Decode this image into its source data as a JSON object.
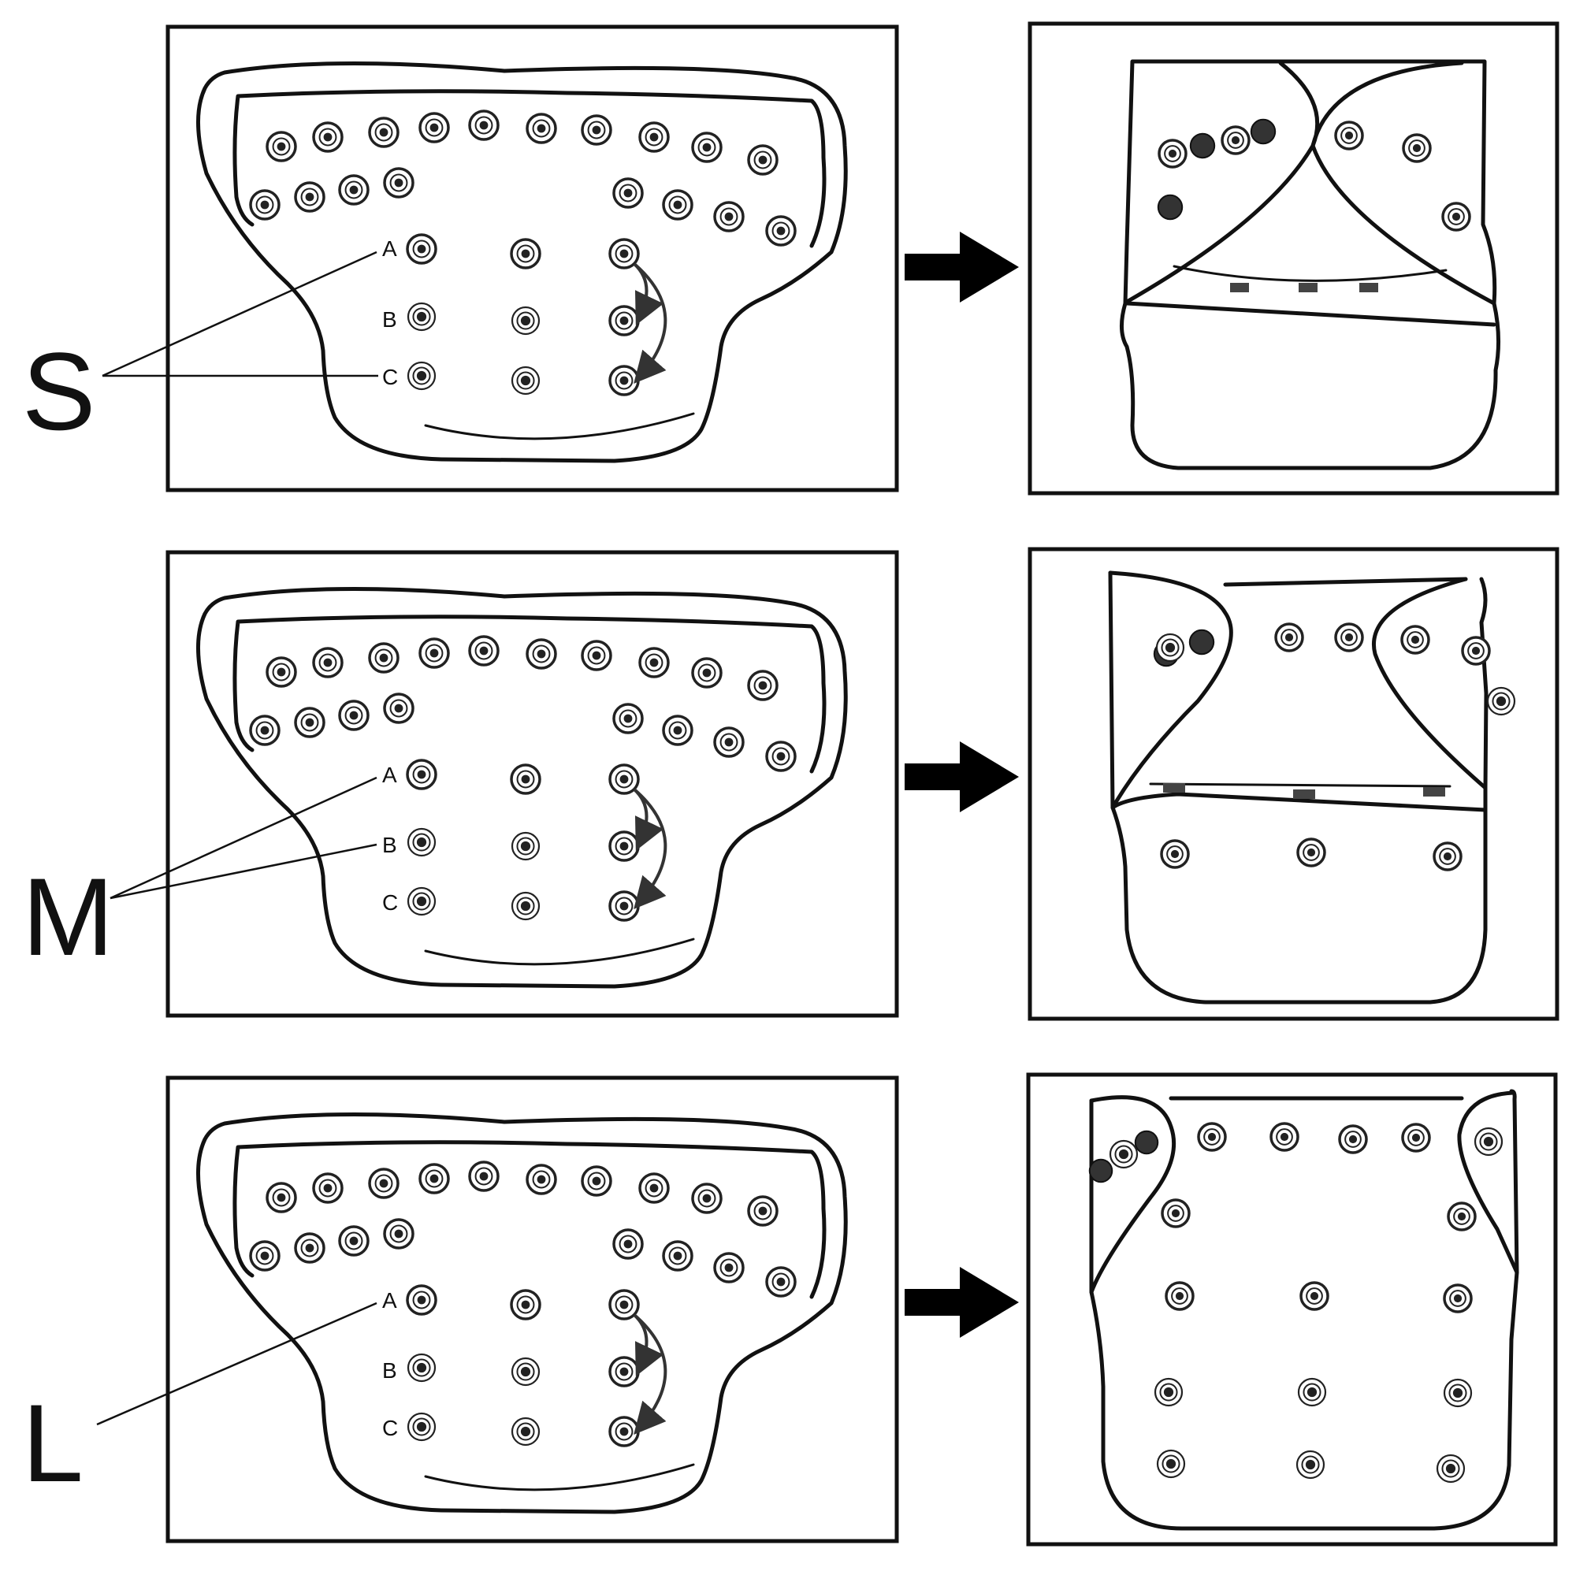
{
  "panels": [
    {
      "size": "S",
      "row_labels": [
        "A",
        "B",
        "C"
      ],
      "leader_rows": [
        "A",
        "C"
      ]
    },
    {
      "size": "M",
      "row_labels": [
        "A",
        "B",
        "C"
      ],
      "leader_rows": [
        "A",
        "B"
      ]
    },
    {
      "size": "L",
      "row_labels": [
        "A",
        "B",
        "C"
      ],
      "leader_rows": [
        "A"
      ]
    }
  ]
}
